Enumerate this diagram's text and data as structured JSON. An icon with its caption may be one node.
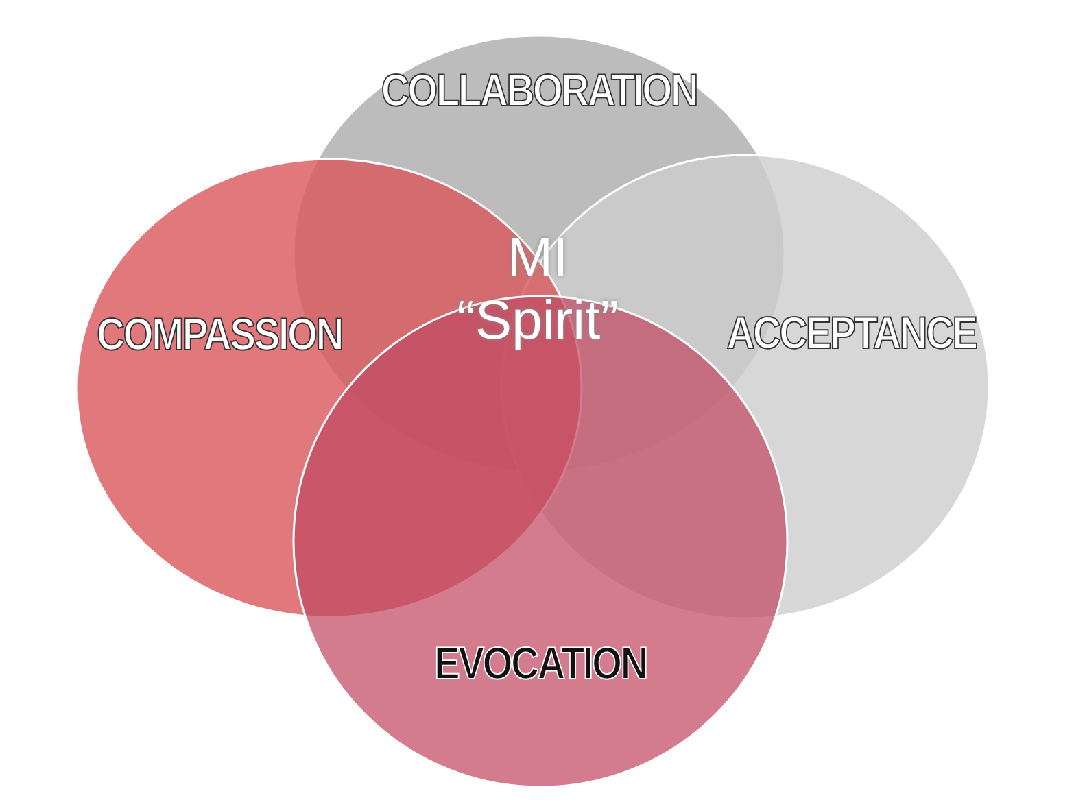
{
  "diagram": {
    "nodes": [
      {
        "text": [
          "COLLABORATION"
        ]
      },
      {
        "text": [
          "COMPASSION"
        ]
      },
      {
        "text": [
          "ACCEPTANCE"
        ]
      },
      {
        "text": [
          "EVOCATION"
        ]
      }
    ],
    "labels": [
      "MI “Spirit”"
    ]
  }
}
